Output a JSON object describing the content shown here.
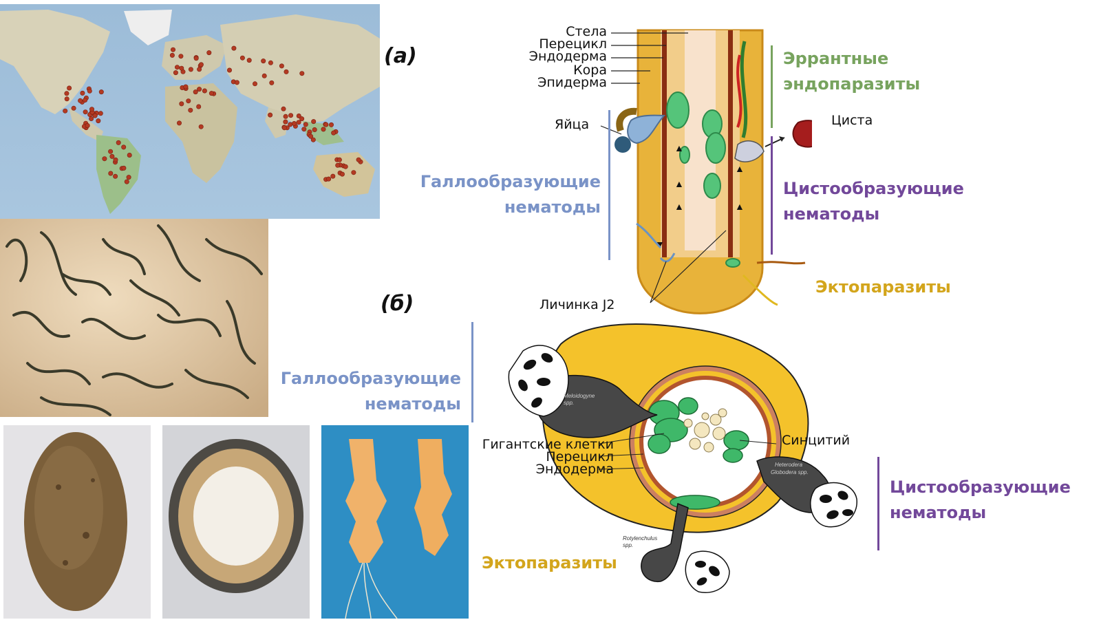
{
  "panel_labels": {
    "a": "(а)",
    "b": "(б)"
  },
  "diagram_a": {
    "layers": [
      "Стела",
      "Перецикл",
      "Эндодерма",
      "Кора",
      "Эпидерма"
    ],
    "eggs": "Яйца",
    "cyst": "Циста",
    "larva": "Личинка J2",
    "groups": {
      "errant": [
        "Эррантные",
        "эндопаразиты"
      ],
      "gall": [
        "Галлообразующие",
        "нематоды"
      ],
      "cyst": [
        "Цистообразующие",
        "нематоды"
      ],
      "ecto": "Эктопаразиты"
    }
  },
  "diagram_b": {
    "labels": [
      "Гигантские клетки",
      "Перецикл",
      "Эндодерма"
    ],
    "syncytium": "Синцитий",
    "genera": {
      "meloidogyne": [
        "Meloidogyne",
        "spp."
      ],
      "heterodera": [
        "Heterodera",
        "Globodera spp."
      ],
      "rotylenchulus": [
        "Rotylenchulus",
        "spp."
      ]
    },
    "groups": {
      "gall": [
        "Галлообразующие",
        "нематоды"
      ],
      "cyst": [
        "Цистообразующие",
        "нематоды"
      ],
      "ecto": "Эктопаразиты"
    }
  },
  "colors": {
    "errant": "#77a35e",
    "gall": "#7a93c7",
    "cyst": "#72489a",
    "ecto": "#d3a51c",
    "root": "#e8b33a",
    "gall_tissue": "#f4c22b"
  }
}
